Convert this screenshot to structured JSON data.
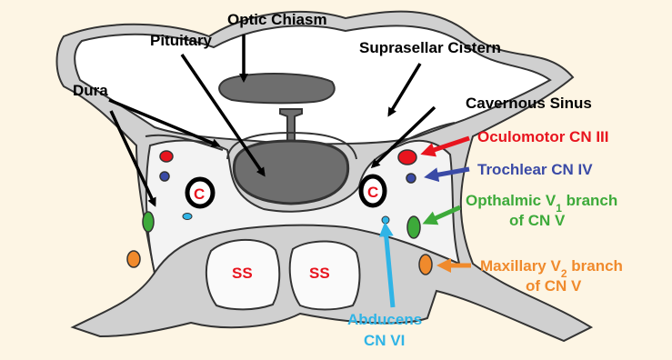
{
  "colors": {
    "background": "#fdf5e4",
    "bone": "#c8c8c8",
    "soft": "#f1f1f1",
    "chiasm": "#6e6e6e",
    "oculomotor": "#e8141e",
    "trochlear": "#3a4aa6",
    "opthalmic": "#3daa3a",
    "maxillary": "#f08a2c",
    "abducens": "#2fb4e6",
    "carotid": "#e8141e"
  },
  "labels": {
    "optic_chiasm": "Optic Chiasm",
    "pituitary": "Pituitary",
    "suprasellar_cistern": "Suprasellar Cistern",
    "dura": "Dura",
    "cavernous_sinus": "Cavernous Sinus",
    "oculomotor": "Oculomotor CN III",
    "trochlear": "Trochlear CN IV",
    "opthalmic_line1_pre": "Opthalmic V",
    "opthalmic_sub": "1",
    "opthalmic_line1_post": " branch",
    "opthalmic_line2": "of CN V",
    "maxillary_line1_pre": "Maxillary V",
    "maxillary_sub": "2",
    "maxillary_line1_post": " branch",
    "maxillary_line2": "of CN V",
    "abducens_line1": "Abducens",
    "abducens_line2": "CN VI",
    "carotid_left": "C",
    "carotid_right": "C",
    "sphenoid_left": "SS",
    "sphenoid_right": "SS"
  }
}
